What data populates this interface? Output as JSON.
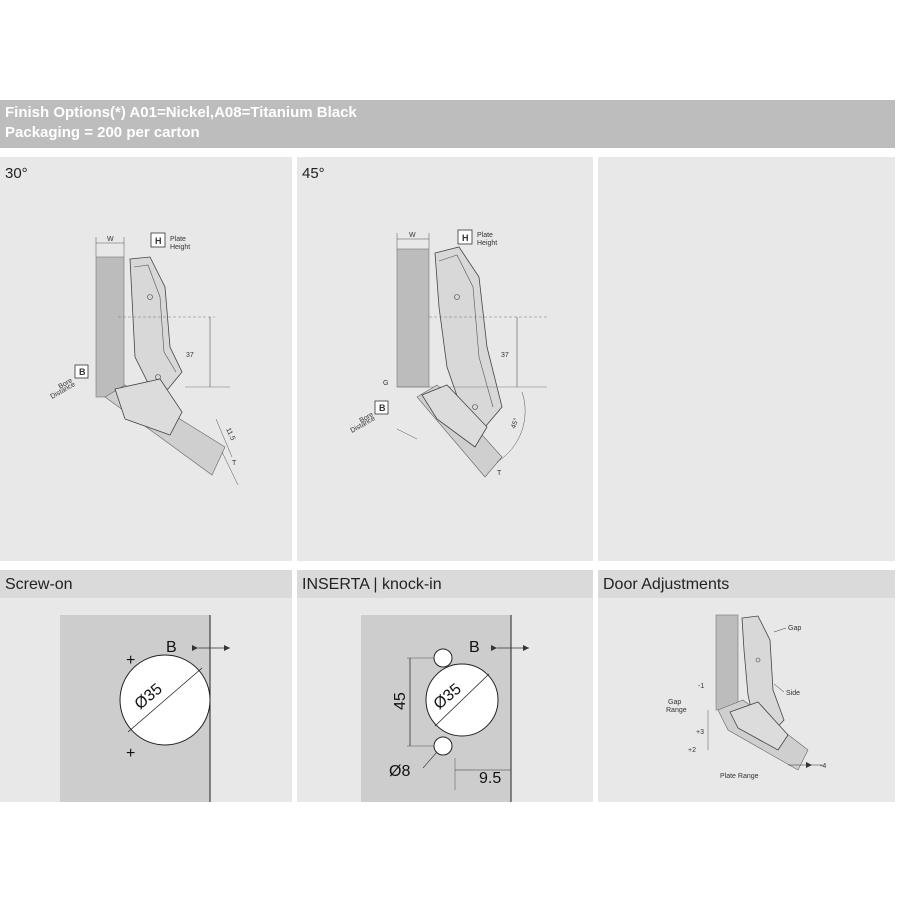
{
  "header": {
    "finish_line": "Finish Options(*)  A01=Nickel,A08=Titanium Black",
    "packaging_line": "Packaging = 200 per carton"
  },
  "panels": {
    "p30": {
      "title": "30°",
      "plate_height_box": "H",
      "plate_label_1": "Plate",
      "plate_label_2": "Height",
      "bore_box": "B",
      "bore_label_1": "Bore",
      "bore_label_2": "Distance",
      "dim_w": "W",
      "dim_37": "37",
      "dim_11_5": "11.5",
      "dim_t": "T"
    },
    "p45": {
      "title": "45°",
      "plate_height_box": "H",
      "plate_label_1": "Plate",
      "plate_label_2": "Height",
      "bore_box": "B",
      "bore_label_1": "Bore",
      "bore_label_2": "Distance",
      "dim_w": "W",
      "dim_37": "37",
      "dim_g": "G",
      "dim_45": "45°",
      "dim_t": "T"
    },
    "screw": {
      "title": "Screw-on",
      "dim_b": "B",
      "dim_d35": "Ø35"
    },
    "inserta": {
      "title": "INSERTA | knock-in",
      "dim_b": "B",
      "dim_45": "45",
      "dim_d35": "Ø35",
      "dim_d8": "Ø8",
      "dim_9_5": "9.5"
    },
    "door": {
      "title": "Door Adjustments",
      "gap": "Gap",
      "side": "Side",
      "gap_range_1": "Gap",
      "gap_range_2": "Range",
      "m1": "-1",
      "p3": "+3",
      "p2": "+2",
      "m4": "-4",
      "plate_range": "Plate Range"
    }
  }
}
